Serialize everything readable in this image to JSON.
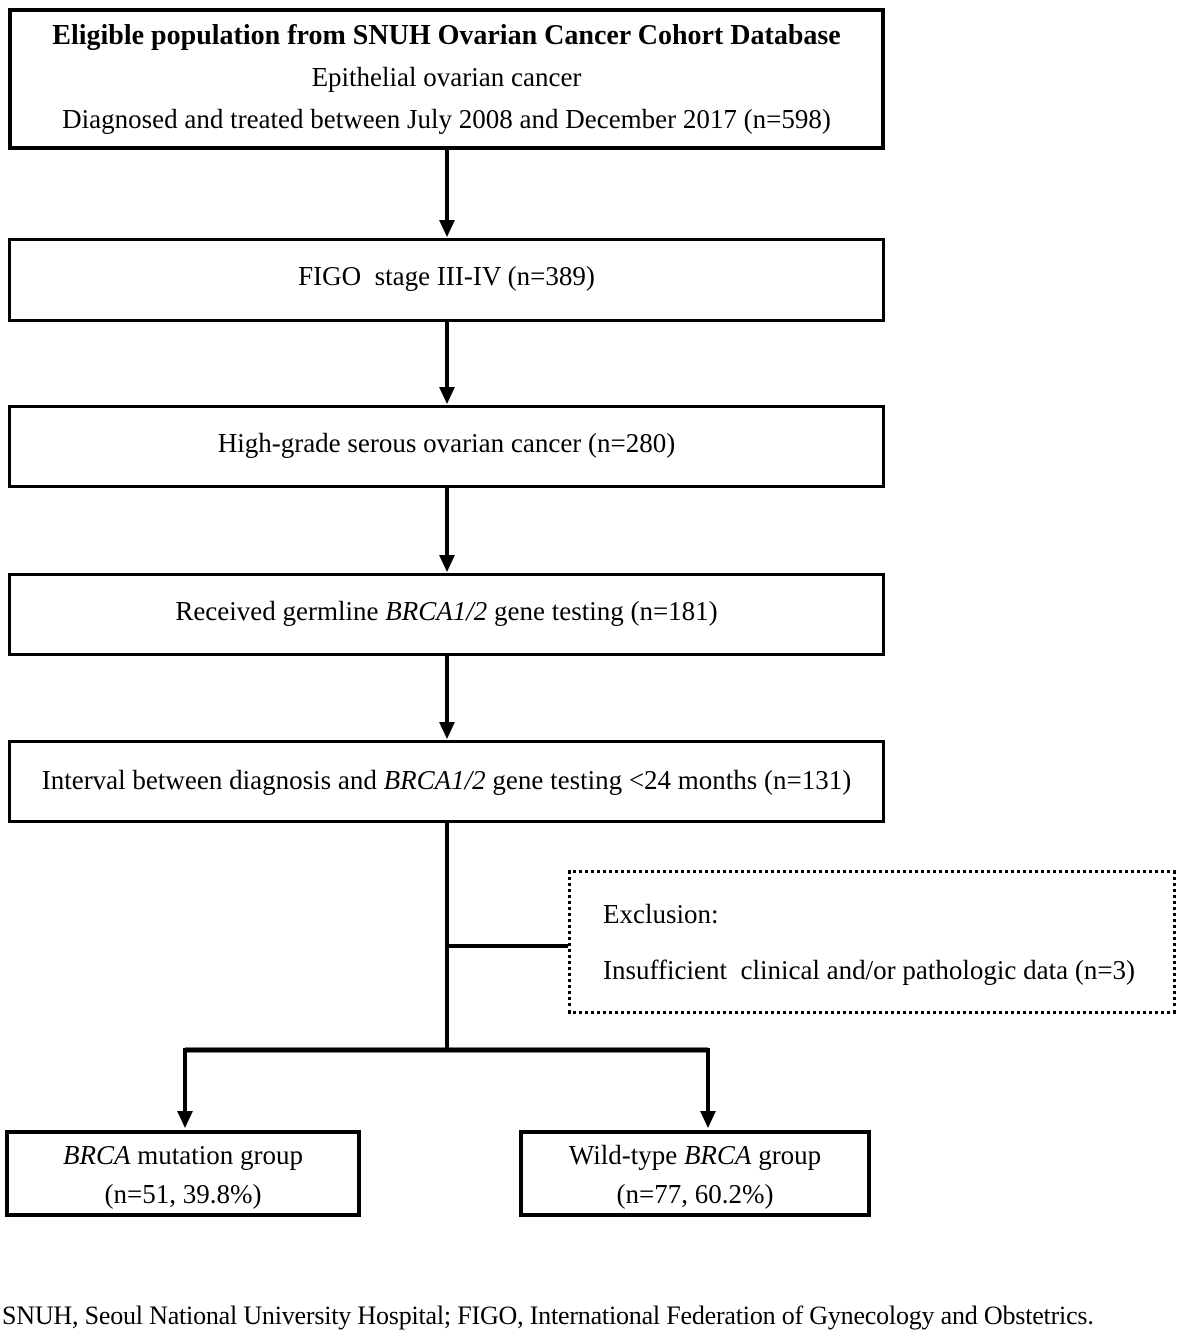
{
  "figure": {
    "boxes": {
      "eligible": {
        "lines": [
          [
            {
              "text": "Eligible population from SNUH Ovarian Cancer Cohort Database",
              "bold": true
            }
          ],
          [
            {
              "text": "Epithelial ovarian cancer"
            }
          ],
          [
            {
              "text": "Diagnosed and treated between July 2008 and December 2017 (n=598)"
            }
          ]
        ]
      },
      "figo": {
        "lines": [
          [
            {
              "text": "FIGO  stage III-IV (n=389)"
            }
          ]
        ]
      },
      "hgsoc": {
        "lines": [
          [
            {
              "text": "High-grade serous ovarian cancer (n=280)"
            }
          ]
        ]
      },
      "testing": {
        "lines": [
          [
            {
              "text": "Received germline "
            },
            {
              "text": "BRCA1/2",
              "italic": true
            },
            {
              "text": " gene testing (n=181)"
            }
          ]
        ]
      },
      "interval": {
        "lines": [
          [
            {
              "text": "Interval between diagnosis and "
            },
            {
              "text": "BRCA1/2",
              "italic": true
            },
            {
              "text": " gene testing <24 months (n=131)"
            }
          ]
        ]
      },
      "exclusion": {
        "lines": [
          [
            {
              "text": "Exclusion:"
            }
          ],
          [
            {
              "text": "Insufficient  clinical and/or pathologic data (n=3)"
            }
          ]
        ]
      },
      "mutation": {
        "lines": [
          [
            {
              "text": "BRCA",
              "italic": true
            },
            {
              "text": " mutation group"
            }
          ],
          [
            {
              "text": "(n=51, 39.8%)"
            }
          ]
        ]
      },
      "wildtype": {
        "lines": [
          [
            {
              "text": "Wild-type "
            },
            {
              "text": "BRCA",
              "italic": true
            },
            {
              "text": " group"
            }
          ],
          [
            {
              "text": "(n=77, 60.2%)"
            }
          ]
        ]
      }
    },
    "footnote": "SNUH, Seoul National University Hospital; FIGO, International Federation of Gynecology and Obstetrics.",
    "line_color": "#000000"
  }
}
